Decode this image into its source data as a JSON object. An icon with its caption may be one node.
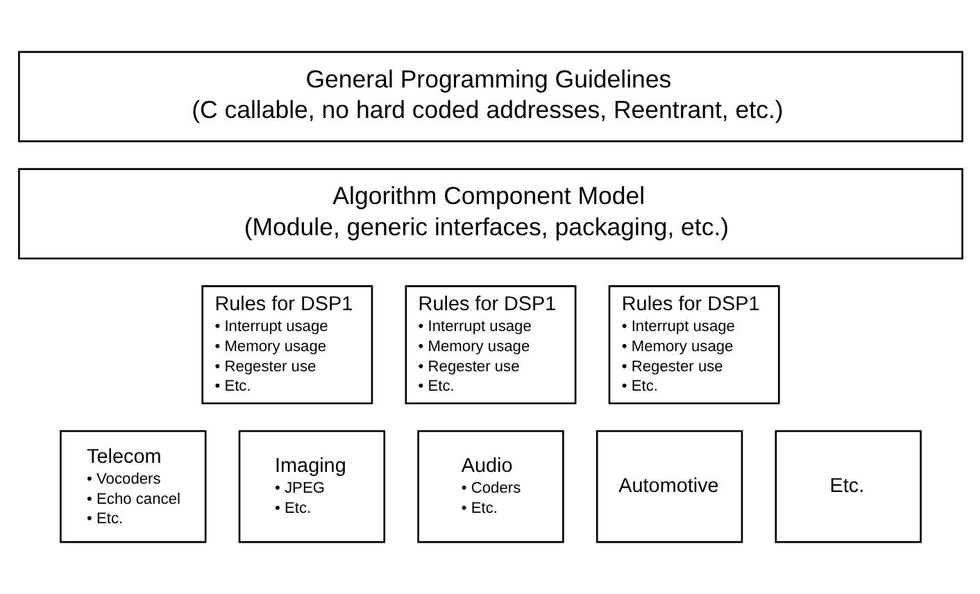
{
  "diagram": {
    "nodes": [
      {
        "text": [
          "General Programming Guidelines",
          "(C callable, no hard coded addresses, Reentrant, etc.)"
        ]
      },
      {
        "text": [
          "Algorithm Component Model",
          "(Module, generic interfaces, packaging, etc.)"
        ]
      },
      {
        "text": [
          "Rules for DSP1",
          "• Interrupt usage",
          "• Memory usage",
          "• Regester use",
          "• Etc."
        ]
      },
      {
        "text": [
          "Rules for DSP1",
          "• Interrupt usage",
          "• Memory usage",
          "• Regester use",
          "• Etc."
        ]
      },
      {
        "text": [
          "Rules for DSP1",
          "• Interrupt usage",
          "• Memory usage",
          "• Regester use",
          "• Etc."
        ]
      },
      {
        "text": [
          "Telecom",
          "• Vocoders",
          "• Echo cancel",
          "• Etc."
        ]
      },
      {
        "text": [
          "Imaging",
          "• JPEG",
          "• Etc."
        ]
      },
      {
        "text": [
          "Audio",
          "• Coders",
          "• Etc."
        ]
      },
      {
        "text": [
          "Automotive"
        ]
      },
      {
        "text": [
          "Etc."
        ]
      }
    ],
    "edges": []
  }
}
